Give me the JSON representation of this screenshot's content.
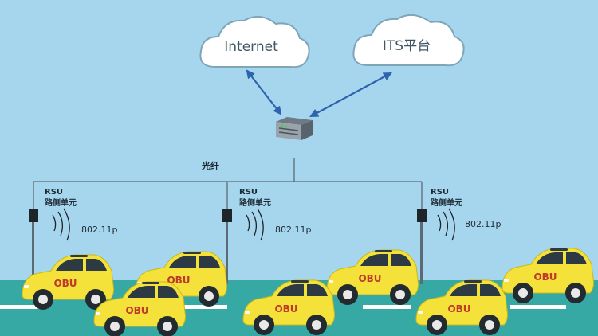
{
  "clouds": [
    {
      "label": "Internet"
    },
    {
      "label": "ITS平台"
    }
  ],
  "fiber_label": "光纤",
  "rsu_units": [
    {
      "title": "RSU",
      "subtitle": "路侧单元",
      "protocol": "802.11p"
    },
    {
      "title": "RSU",
      "subtitle": "路侧单元",
      "protocol": "802.11p"
    },
    {
      "title": "RSU",
      "subtitle": "路侧单元",
      "protocol": "802.11p"
    }
  ],
  "car_label": "OBU",
  "colors": {
    "sky": "#a6d6ee",
    "road": "#36a9a4",
    "car_body": "#f4e23a",
    "link_arrow": "#2f63ad",
    "cloud_text": "#3f5763"
  }
}
